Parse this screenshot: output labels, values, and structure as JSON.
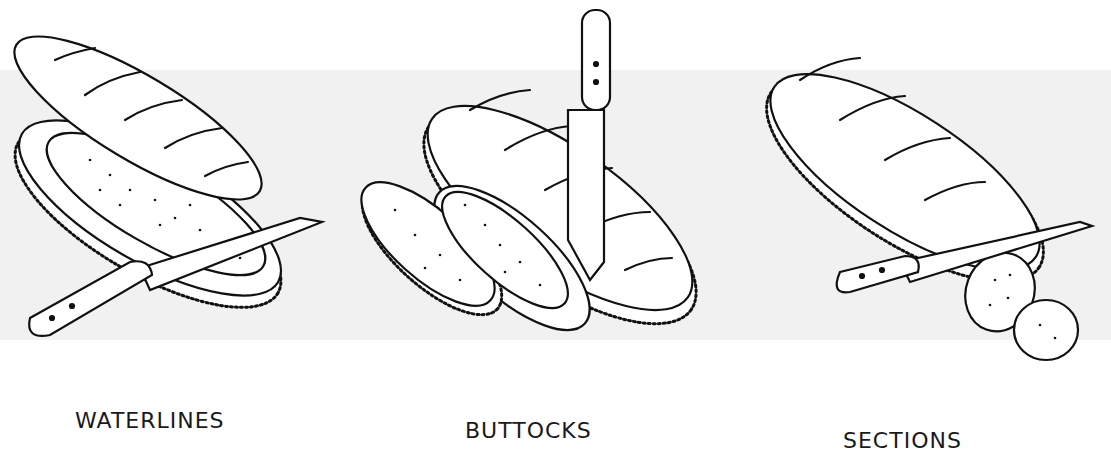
{
  "diagram": {
    "labels": [
      "WATERLINES",
      "BUTTOCKS",
      "SECTIONS"
    ]
  }
}
